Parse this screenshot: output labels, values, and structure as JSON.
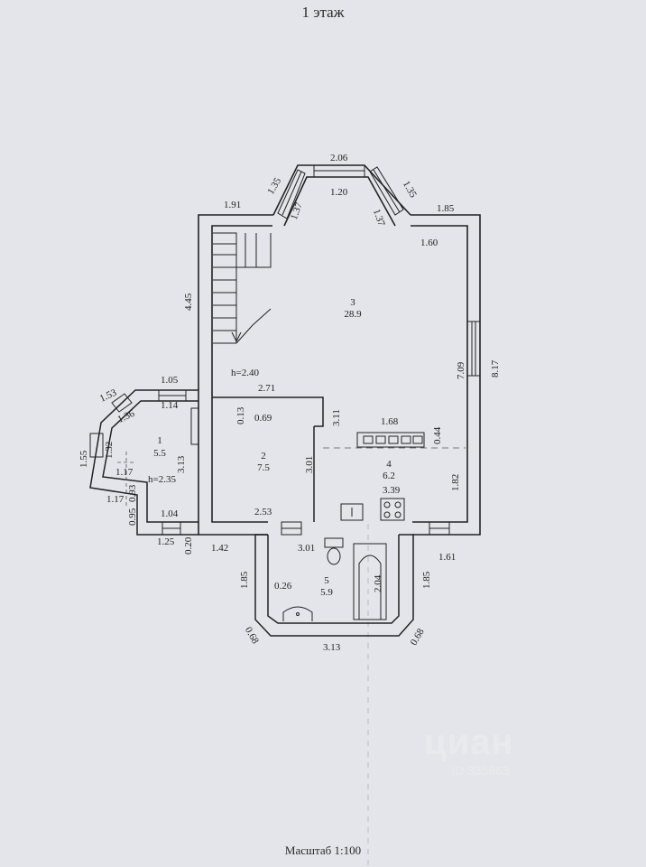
{
  "plan": {
    "title": "1 этаж",
    "scale": "Масштаб 1:100"
  },
  "rooms": [
    {
      "num": "1",
      "area": "5.5"
    },
    {
      "num": "2",
      "area": "7.5"
    },
    {
      "num": "3",
      "area": "28.9"
    },
    {
      "num": "4",
      "area": "6.2"
    },
    {
      "num": "5",
      "area": "5.9"
    }
  ],
  "heights": {
    "main": "h=2.40",
    "annex": "h=2.35"
  },
  "dims": {
    "top_outer": "2.06",
    "top_inner": "1.20",
    "bay_left_outer": "1.35",
    "bay_right_outer": "1.35",
    "bay_left_inner": "1.37",
    "bay_right_inner": "1.37",
    "top_left": "1.91",
    "top_right": "1.85",
    "right_inner_top": "1.60",
    "left_height": "4.45",
    "right_outer": "8.17",
    "right_inner": "7.09",
    "room3_bottom": "2.71",
    "room2_corner": "0.13",
    "room2_top": "0.69",
    "room2_right_top": "3.11",
    "room2_right": "3.01",
    "room2_bottom": "2.53",
    "kitchen_width": "1.68",
    "kitchen_counter": "0.44",
    "kitchen_right": "1.82",
    "kitchen_bottom": "3.39",
    "annex_top": "1.05",
    "annex_top_inner": "1.14",
    "annex_bay_outer": "1.53",
    "annex_bay_inner": "1.36",
    "annex_left_outer": "1.55",
    "annex_left_inner": "1.32",
    "annex_height": "3.13",
    "annex_b1": "1.17",
    "annex_b2": "1.17",
    "annex_b3": "0.93",
    "annex_b4": "0.95",
    "annex_b5": "1.04",
    "annex_b6": "1.25",
    "annex_b7": "0.20",
    "bath_left_top": "1.42",
    "bath_top": "3.01",
    "bath_right_top": "1.61",
    "bath_left": "1.85",
    "bath_right": "1.85",
    "bath_inner": "0.26",
    "bathtub": "2.04",
    "bath_chamfer_left": "0.68",
    "bath_chamfer_right": "0.68",
    "bath_bottom": "3.13"
  },
  "watermark": {
    "brand": "циан",
    "code": "ID 335863"
  }
}
